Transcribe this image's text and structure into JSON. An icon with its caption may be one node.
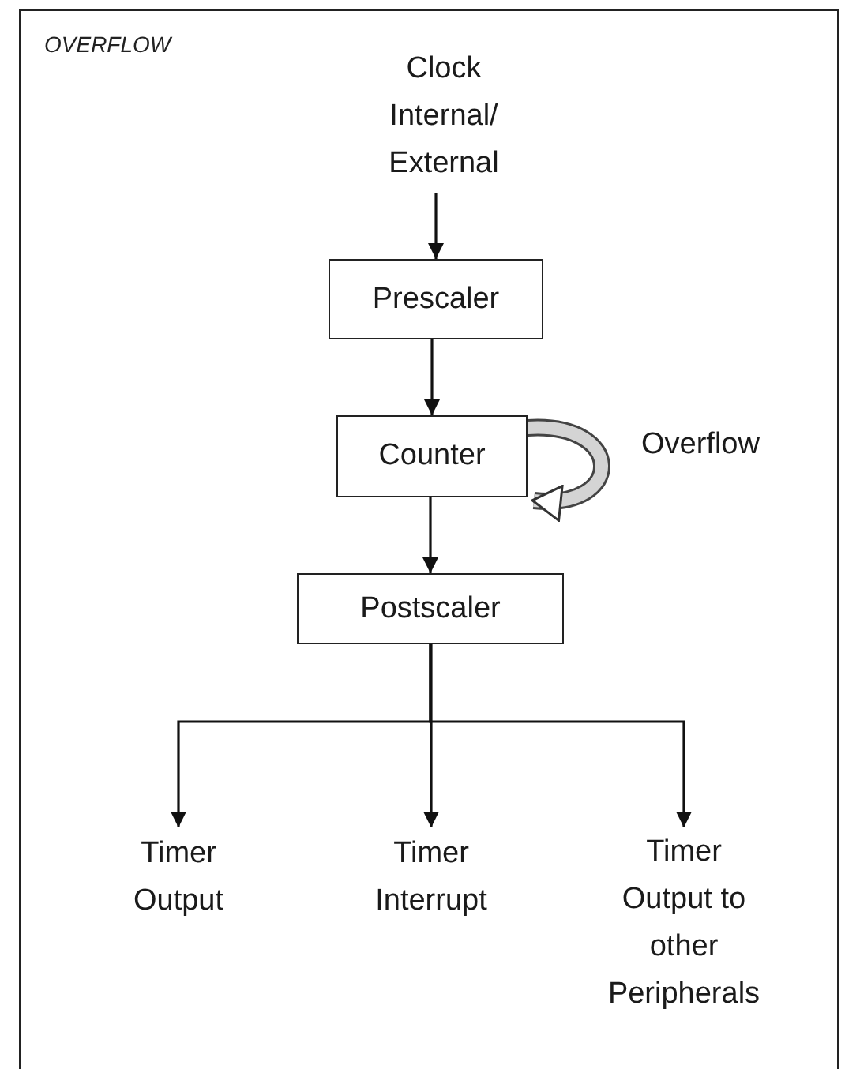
{
  "diagram": {
    "title": "OVERFLOW",
    "nodes": [
      {
        "text": [
          "Clock Internal/ External"
        ]
      },
      {
        "text": [
          "Prescaler"
        ]
      },
      {
        "text": [
          "Counter"
        ]
      },
      {
        "text": [
          "Postscaler"
        ]
      },
      {
        "text": [
          "Timer Output"
        ]
      },
      {
        "text": [
          "Timer Interrupt"
        ]
      },
      {
        "text": [
          "Timer Output to other Peripherals"
        ]
      }
    ],
    "edges": [
      {
        "from": 0,
        "to": 1,
        "arrow": "to"
      },
      {
        "from": 1,
        "to": 2,
        "arrow": "to"
      },
      {
        "from": 2,
        "to": 2,
        "arrow": "to",
        "label": "Overflow",
        "style": "thick",
        "color": "#d4d4d4"
      },
      {
        "from": 2,
        "to": 3,
        "arrow": "to"
      },
      {
        "from": 3,
        "to": 4,
        "arrow": "to"
      },
      {
        "from": 3,
        "to": 5,
        "arrow": "to"
      },
      {
        "from": 3,
        "to": 6,
        "arrow": "to"
      }
    ]
  }
}
